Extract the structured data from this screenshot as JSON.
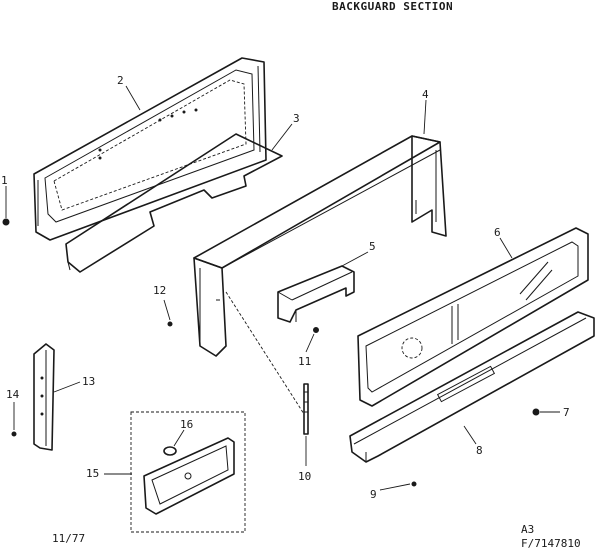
{
  "title": "BACKGUARD SECTION",
  "date": "11/77",
  "page": "A3",
  "part_number": "F/7147810",
  "callouts": [
    "1",
    "2",
    "3",
    "4",
    "5",
    "6",
    "7",
    "8",
    "9",
    "10",
    "11",
    "12",
    "13",
    "14",
    "15",
    "16"
  ]
}
